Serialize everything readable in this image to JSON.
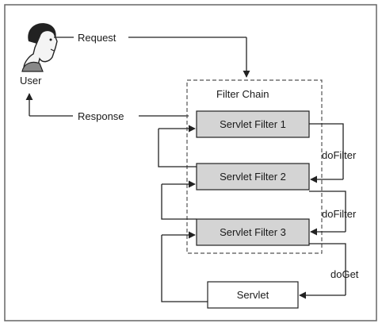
{
  "diagram": {
    "user_label": "User",
    "request_label": "Request",
    "response_label": "Response",
    "chain_title": "Filter Chain",
    "filters": [
      "Servlet Filter 1",
      "Servlet Filter 2",
      "Servlet Filter 3"
    ],
    "dofilter_label_1": "doFilter",
    "dofilter_label_2": "doFilter",
    "doget_label": "doGet",
    "servlet_label": "Servlet"
  },
  "colors": {
    "filter_fill": "#d4d4d4",
    "servlet_fill": "#ffffff",
    "line": "#222222",
    "frame": "#666666"
  }
}
